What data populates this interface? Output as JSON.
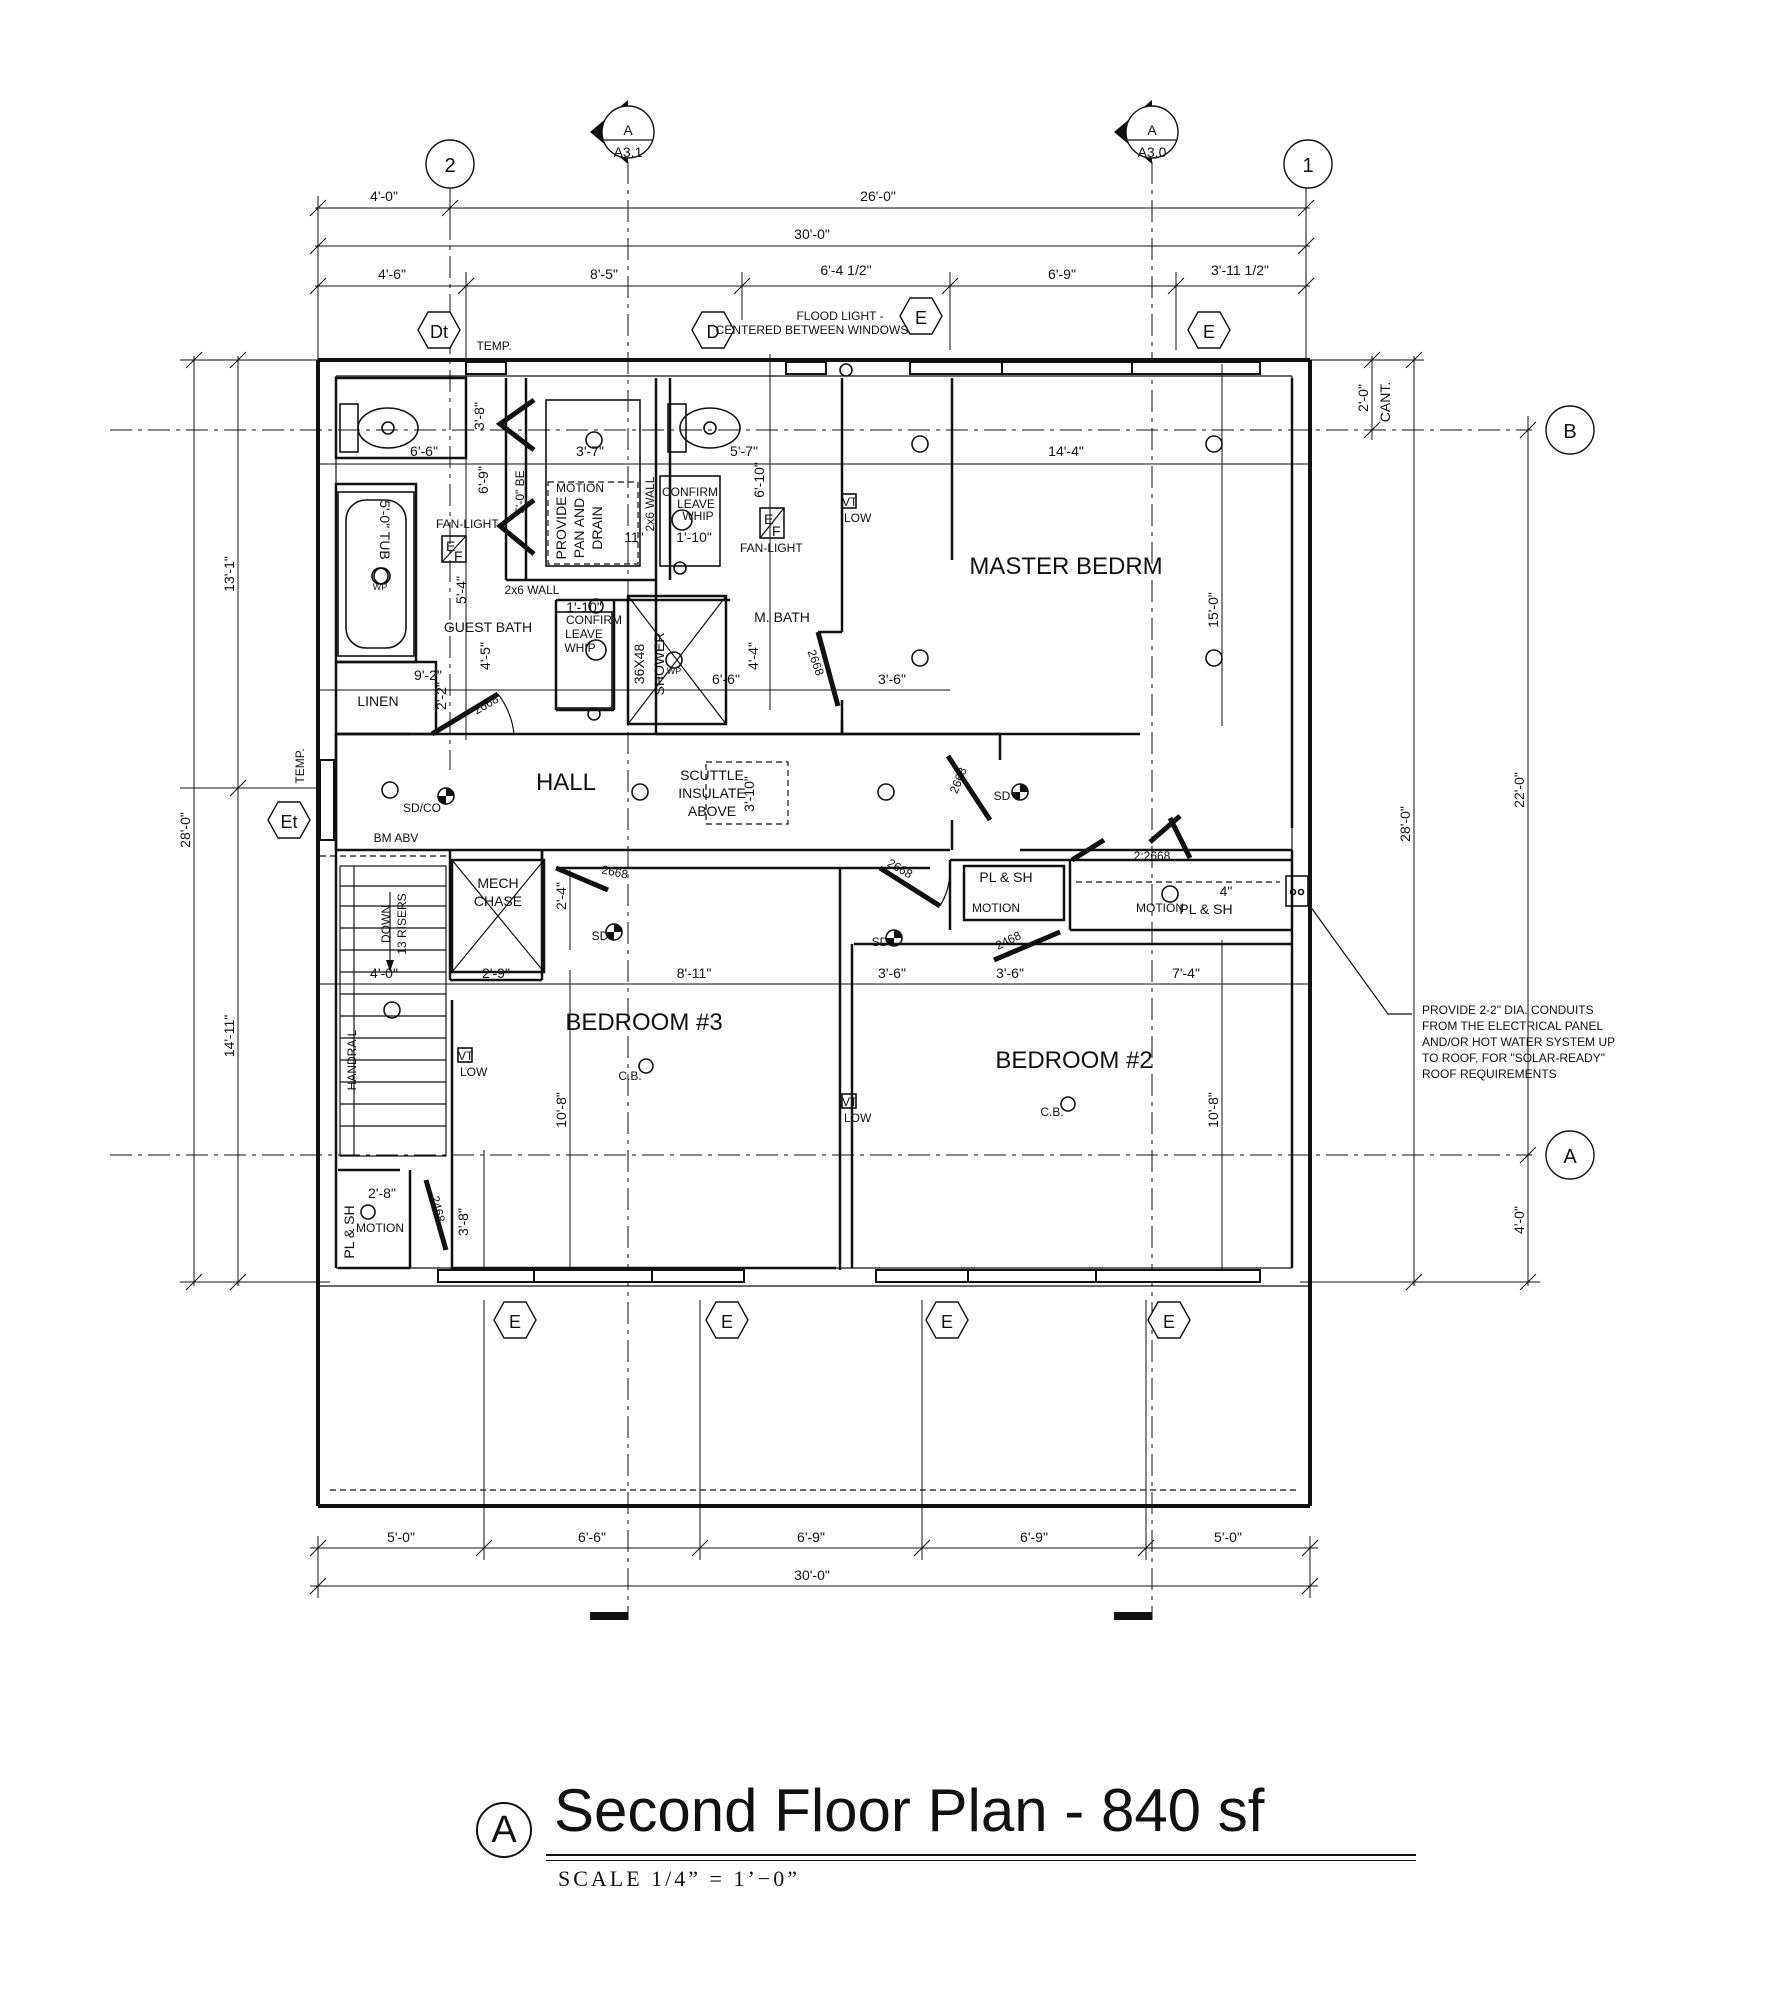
{
  "title": {
    "marker": "A",
    "text": "Second Floor Plan - 840 sf",
    "scale": "SCALE  1/4” = 1’−0”"
  },
  "section_markers": [
    {
      "letter": "A",
      "sheet": "A3.1"
    },
    {
      "letter": "A",
      "sheet": "A3.0"
    }
  ],
  "grid_bubbles": {
    "col_2": "2",
    "col_1": "1",
    "row_b": "B",
    "row_a": "A"
  },
  "top_dims": {
    "row1": [
      "4'-0\"",
      "26'-0\""
    ],
    "row2": [
      "30'-0\""
    ],
    "row3": [
      "4'-6\"",
      "8'-5\"",
      "6'-4 1/2\"",
      "6'-9\"",
      "3'-11 1/2\""
    ]
  },
  "bottom_dims": {
    "row1": [
      "5'-0\"",
      "6'-6\"",
      "6'-9\"",
      "6'-9\"",
      "5'-0\""
    ],
    "row2": [
      "30'-0\""
    ]
  },
  "left_dims": {
    "outer": "28'-0\"",
    "upper": "13'-1\"",
    "lower": "14'-11\""
  },
  "right_dims": {
    "cant": "2'-0\"",
    "cant_label": "CANT.",
    "overall": "28'-0\"",
    "upper": "22'-0\"",
    "lower": "4'-0\""
  },
  "window_tags": {
    "top": [
      "Dt",
      "D",
      "E",
      "E"
    ],
    "left": [
      "Et"
    ],
    "bottom": [
      "E",
      "E",
      "E",
      "E"
    ]
  },
  "rooms": {
    "master": "MASTER BEDRM",
    "guest_bath": "GUEST BATH",
    "m_bath": "M. BATH",
    "hall": "HALL",
    "bedroom3": "BEDROOM #3",
    "bedroom2": "BEDROOM #2",
    "linen": "LINEN",
    "mech": [
      "MECH",
      "CHASE"
    ]
  },
  "labels": {
    "temp_top": "TEMP.",
    "temp_left": "TEMP.",
    "flood": [
      "FLOOD LIGHT -",
      "CENTERED BETWEEN WINDOWS"
    ],
    "tub": "5'-0\" TUB",
    "wp1": "WP",
    "wp2": "WP",
    "fan_light_1": "FAN-LIGHT",
    "fan_light_2": "FAN-LIGHT",
    "e1": "E",
    "f1": "F",
    "e2": "E",
    "f2": "F",
    "motion1": "MOTION",
    "pan": [
      "PROVIDE",
      "PAN AND",
      "DRAIN"
    ],
    "wall_2x6_a": "2x6 WALL",
    "wall_2x6_b": "2x6 WALL",
    "confirm1": [
      "CONFIRM",
      "LEAVE",
      "WHIP"
    ],
    "confirm2": [
      "CONFIRM",
      "LEAVE",
      "WHIP"
    ],
    "shower": [
      "36X48",
      "SHOWER"
    ],
    "vt": "VT",
    "low": "LOW",
    "sd_co": "SD/CO",
    "sd": "SD",
    "scuttle": [
      "SCUTTLE",
      "INSULATE",
      "ABOVE"
    ],
    "bm_abv": "BM ABV",
    "down": "DOWN",
    "risers": "13 RISERS",
    "handrail": "HANDRAIL",
    "pl_sh": "PL & SH",
    "motion": "MOTION",
    "cb": "C.B.",
    "door_2668": "2668",
    "door_2_2668": "2:2668",
    "door_2468": "2468",
    "be_5": "5'-0\" BE",
    "solar_note": [
      "PROVIDE 2-2\" DIA. CONDUITS",
      "FROM THE ELECTRICAL PANEL",
      "AND/OR HOT WATER SYSTEM UP",
      "TO ROOF, FOR \"SOLAR-READY\"",
      "ROOF REQUIREMENTS"
    ]
  },
  "interior_dims": {
    "d_3_8": "3'-8\"",
    "d_6_6": "6'-6\"",
    "d_6_9": "6'-9\"",
    "d_3_7": "3'-7\"",
    "d_5_7": "5'-7\"",
    "d_6_10a": "6'-10\"",
    "d_14_4": "14'-4\"",
    "d_1_10a": "1'-10\"",
    "d_11": "11\"",
    "d_5_4": "5'-4\"",
    "d_1_10b": "1'-10\"",
    "d_4_5": "4'-5\"",
    "d_4_4": "4'-4\"",
    "d_15_0": "15'-0\"",
    "d_9_2": "9'-2\"",
    "d_2_2": "2'-2\"",
    "d_6_6b": "6'-6\"",
    "d_3_6a": "3'-6\"",
    "d_3_10": "3'-10\"",
    "d_2_4": "2'-4\"",
    "d_4_0": "4'-0\"",
    "d_2_9": "2'-9\"",
    "d_8_11": "8'-11\"",
    "d_3_6b": "3'-6\"",
    "d_3_6c": "3'-6\"",
    "d_7_4": "7'-4\"",
    "d_10_8a": "10'-8\"",
    "d_10_8b": "10'-8\"",
    "d_2_8": "2'-8\"",
    "d_3_8b": "3'-8\"",
    "d_4": "4\""
  }
}
